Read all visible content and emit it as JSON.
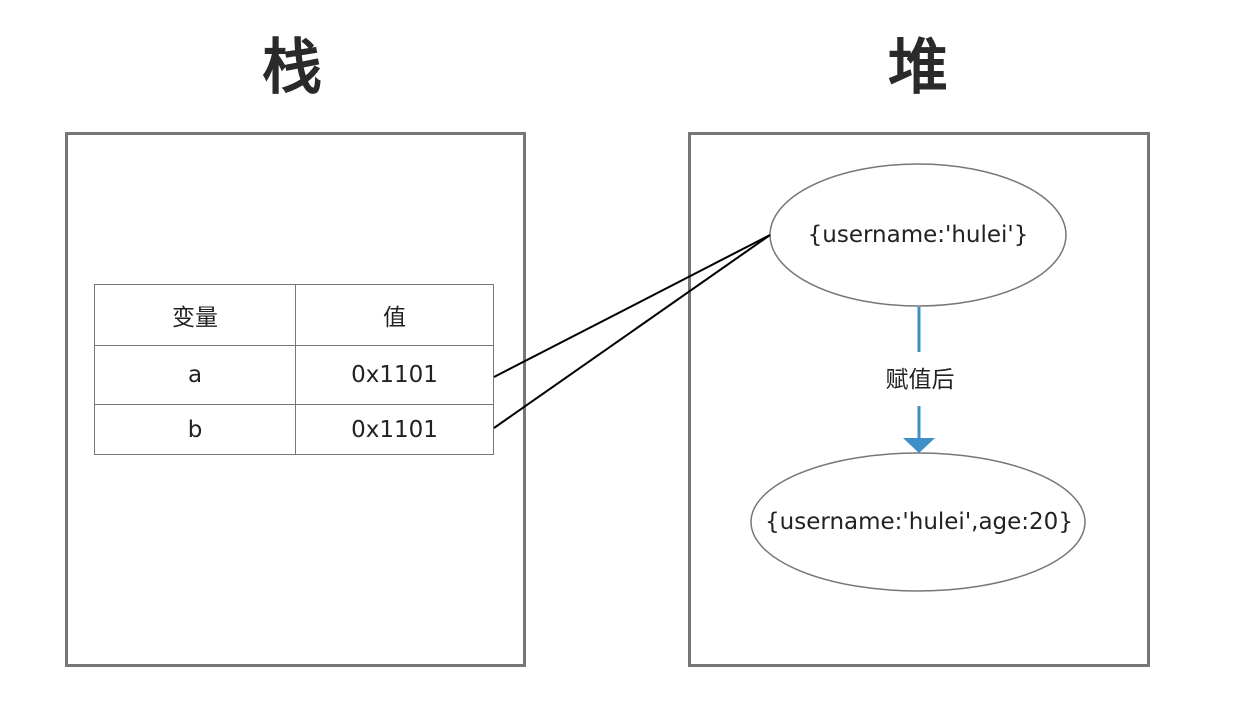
{
  "stack": {
    "title": "栈",
    "table": {
      "headers": [
        "变量",
        "值"
      ],
      "rows": [
        {
          "name": "a",
          "value": "0x1101"
        },
        {
          "name": "b",
          "value": "0x1101"
        }
      ]
    }
  },
  "heap": {
    "title": "堆",
    "objects": [
      {
        "label": "{username:'hulei'}"
      },
      {
        "label": "{username:'hulei',age:20}"
      }
    ],
    "arrow_label": "赋值后"
  },
  "colors": {
    "border": "#777777",
    "arrow": "#3d8fc6",
    "line": "#000000",
    "text": "#222222"
  }
}
